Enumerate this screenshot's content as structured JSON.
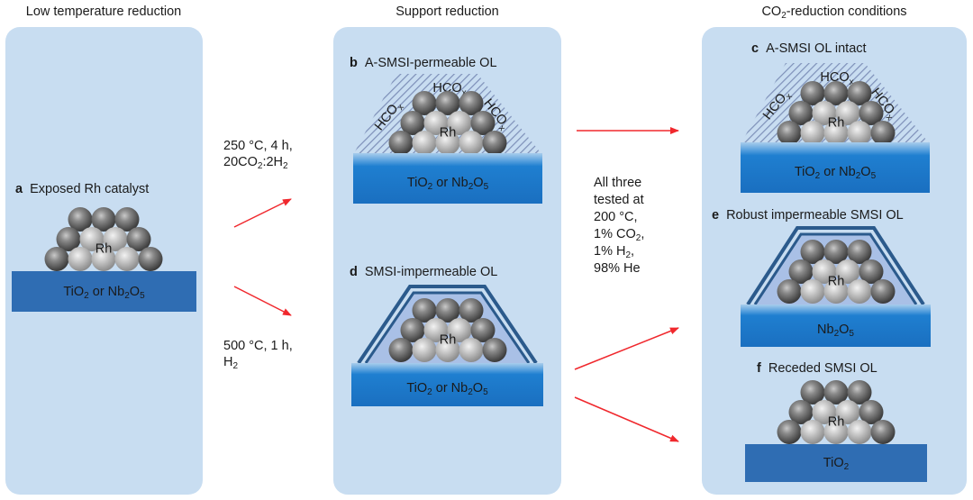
{
  "columns": {
    "left": {
      "title": "Low temperature reduction"
    },
    "middle": {
      "title": "Support reduction"
    },
    "right": {
      "title_prefix": "CO",
      "title_sub": "2",
      "title_suffix": "-reduction conditions"
    }
  },
  "panels": {
    "a": {
      "letter": "a",
      "label": "Exposed Rh catalyst",
      "metal": "Rh",
      "support": {
        "parts": [
          "TiO",
          "2",
          " or Nb",
          "2",
          "O",
          "5"
        ]
      }
    },
    "b": {
      "letter": "b",
      "label": "A-SMSI-permeable OL",
      "metal": "Rh",
      "adsorbate": "HCO",
      "adsorbate_sub": "x",
      "support": {
        "parts": [
          "TiO",
          "2",
          " or Nb",
          "2",
          "O",
          "5"
        ]
      }
    },
    "c": {
      "letter": "c",
      "label": "A-SMSI OL intact",
      "metal": "Rh",
      "adsorbate": "HCO",
      "adsorbate_sub": "x",
      "support": {
        "parts": [
          "TiO",
          "2",
          " or Nb",
          "2",
          "O",
          "5"
        ]
      }
    },
    "d": {
      "letter": "d",
      "label": "SMSI-impermeable OL",
      "metal": "Rh",
      "support": {
        "parts": [
          "TiO",
          "2",
          " or Nb",
          "2",
          "O",
          "5"
        ]
      }
    },
    "e": {
      "letter": "e",
      "label": "Robust impermeable SMSI OL",
      "metal": "Rh",
      "support": {
        "parts": [
          "Nb",
          "2",
          "O",
          "5"
        ]
      }
    },
    "f": {
      "letter": "f",
      "label": "Receded SMSI OL",
      "metal": "Rh",
      "support": {
        "parts": [
          "TiO",
          "2"
        ]
      }
    }
  },
  "conditions": {
    "upper": {
      "line1": "250 °C, 4 h,",
      "line2_a": "20CO",
      "line2_sub1": "2",
      "line2_b": ":2H",
      "line2_sub2": "2"
    },
    "lower": {
      "line1": "500 °C, 1 h,",
      "line2_a": "H",
      "line2_sub": "2"
    },
    "test": {
      "line1": "All three",
      "line2": "tested at",
      "line3": "200 °C,",
      "line4_a": "1% CO",
      "line4_sub": "2",
      "line4_b": ",",
      "line5_a": "1% H",
      "line5_sub": "2",
      "line5_b": ",",
      "line6": "98% He"
    }
  },
  "colors": {
    "panel_bg": "#c8ddf1",
    "support_blue": "#1f78cc",
    "support_flat": "#2f6db3",
    "overlayer_navy": "#2b5a8c",
    "hatch": "#7d8fb8",
    "arrow_red": "#f0282d"
  }
}
